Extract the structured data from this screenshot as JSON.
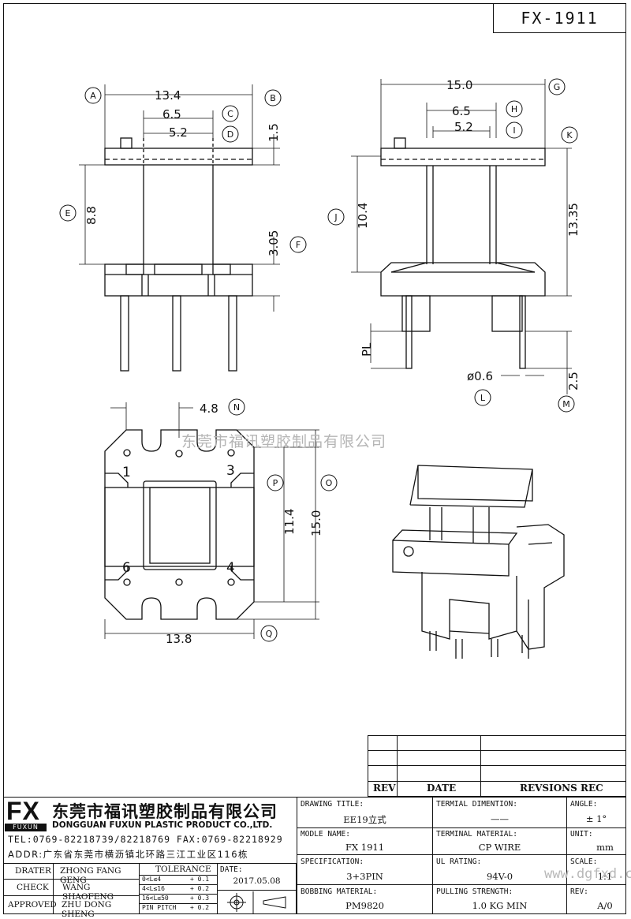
{
  "sheet": {
    "number": "FX-1911"
  },
  "dimensions": {
    "top_left": {
      "d134": "13.4",
      "d65": "6.5",
      "d52": "5.2",
      "d15": "1.5",
      "d88": "8.8",
      "d305": "3.05"
    },
    "top_right": {
      "d150": "15.0",
      "d65": "6.5",
      "d52": "5.2",
      "d104": "10.4",
      "d1335": "13.35",
      "pl": "PL",
      "d06": "ø0.6",
      "d25": "2.5"
    },
    "bottom": {
      "d48": "4.8",
      "d114": "11.4",
      "d150": "15.0",
      "d138": "13.8"
    }
  },
  "callouts": [
    "A",
    "B",
    "C",
    "D",
    "E",
    "F",
    "G",
    "H",
    "I",
    "K",
    "J",
    "L",
    "M",
    "N",
    "O",
    "P",
    "Q"
  ],
  "pins": [
    "1",
    "3",
    "6",
    "4"
  ],
  "watermark": "东莞市福讯塑胶制品有限公司",
  "watermark_url": "www.dgfxd.cn",
  "revision_table": {
    "col_rev": "REV",
    "col_date": "DATE",
    "col_rec": "REVSIONS REC"
  },
  "company": {
    "logo": "FX",
    "logo_sub": "FUXUN",
    "name_cn": "东莞市福讯塑胶制品有限公司",
    "name_en": "DONGGUAN FUXUN PLASTIC PRODUCT CO.,LTD.",
    "tel": "TEL:0769-82218739/82218769 FAX:0769-82218929",
    "addr": "ADDR:广东省东莞市横沥镇北环路三江工业区116栋"
  },
  "people": {
    "drater_label": "DRATER",
    "drater": "ZHONG FANG GENG",
    "check_label": "CHECK",
    "check": "WANG SHAOFENG",
    "approved_label": "APPROVED",
    "approved": "ZHU DONG SHENG"
  },
  "tolerance": {
    "title": "TOLERANCE",
    "rows": [
      {
        "range": "0<L≤4",
        "tol": "+ 0.1"
      },
      {
        "range": "4<L≤16",
        "tol": "+ 0.2"
      },
      {
        "range": "16<L≤50",
        "tol": "+ 0.3"
      },
      {
        "range": "PIN PITCH",
        "tol": "+ 0.2"
      }
    ]
  },
  "date": {
    "label": "DATE:",
    "value": "2017.05.08"
  },
  "fields": {
    "drawing_title_label": "DRAWING TITLE:",
    "drawing_title": "EE19立式",
    "model_label": "MODLE NAME:",
    "model": "FX 1911",
    "spec_label": "SPECIFICATION:",
    "spec": "3+3PIN",
    "bobbin_label": "BOBBING MATERIAL:",
    "bobbin": "PM9820",
    "term_dim_label": "TERMIAL DIMENTION:",
    "term_dim": "——",
    "term_mat_label": "TERMINAL MATERIAL:",
    "term_mat": "CP WIRE",
    "ul_label": "UL RATING:",
    "ul": "94V-0",
    "pull_label": "PULLING STRENGTH:",
    "pull": "1.0 KG MIN",
    "angle_label": "ANGLE:",
    "angle": "± 1°",
    "unit_label": "UNIT:",
    "unit": "mm",
    "scale_label": "SCALE:",
    "scale": "1:1",
    "rev_label": "REV:",
    "rev": "A/0"
  }
}
